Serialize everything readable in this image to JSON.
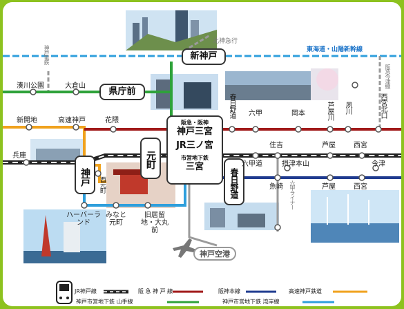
{
  "colors": {
    "frame": "#8dc21f",
    "jr": "#222222",
    "hankyu": "#a11a1a",
    "hanshin": "#1f3b8f",
    "kosoku": "#f0a21e",
    "yamate": "#2ea23a",
    "kaigan": "#2f9fdc",
    "airport": "#9a9a9a"
  },
  "station_boxes": {
    "shinkobe": "新神戸",
    "kencho": "県庁前",
    "sannomiya_top_small": "阪急・阪神",
    "sannomiya_main": "神戸三宮",
    "sannomiya_jr": "JR三ノ宮",
    "sannomiya_sub_small": "市営地下鉄",
    "sannomiya_sub": "三宮",
    "motomachi": "元町",
    "kobe": "神戸",
    "kasuganomichi": "春日野道"
  },
  "lines_labels": {
    "hokushin": "北神急行",
    "tokaido": "東海道・山陽新幹線",
    "kobe_dentetsu": "神戸電鉄",
    "hankyu_imazu": "阪急今津線",
    "rokko_liner": "六甲ライナー",
    "airport": "神戸空港"
  },
  "stations": {
    "minatogawa": "湊川公園",
    "okurayama": "大倉山",
    "shinkaichi": "新開地",
    "kosoku_kobe": "高速神戸",
    "hanakuma": "花隈",
    "hyogo": "兵庫",
    "nishimotomachi": "西元町",
    "harborland": "ハーバーランド",
    "minatomotomachi": "みなと元町",
    "kyuryochi": "旧居留地・大丸前",
    "kasuganomichi_hk": "春日野道",
    "rokko": "六甲",
    "okamoto": "岡本",
    "ashiyagawa": "芦屋川",
    "shukugawa": "夙川",
    "nishinomiya_kitaguchi": "西宮北口",
    "sumiyoshi": "住吉",
    "ashiya_jr": "芦屋",
    "nishinomiya_jr": "西宮",
    "rokkomichi": "六甲道",
    "settsu_motoyama": "摂津本山",
    "imazu": "今津",
    "uozaki": "魚崎",
    "ashiya_hs": "芦屋",
    "nishinomiya_hs": "西宮"
  },
  "legend": {
    "jr": "JR神戸線",
    "hankyu": "阪 急 神 戸 線",
    "hanshin": "阪神本線",
    "kosoku": "高速神戸鉄道",
    "yamate": "神戸市営地下鉄 山手線",
    "kaigan": "神戸市営地下鉄 湾岸線"
  }
}
